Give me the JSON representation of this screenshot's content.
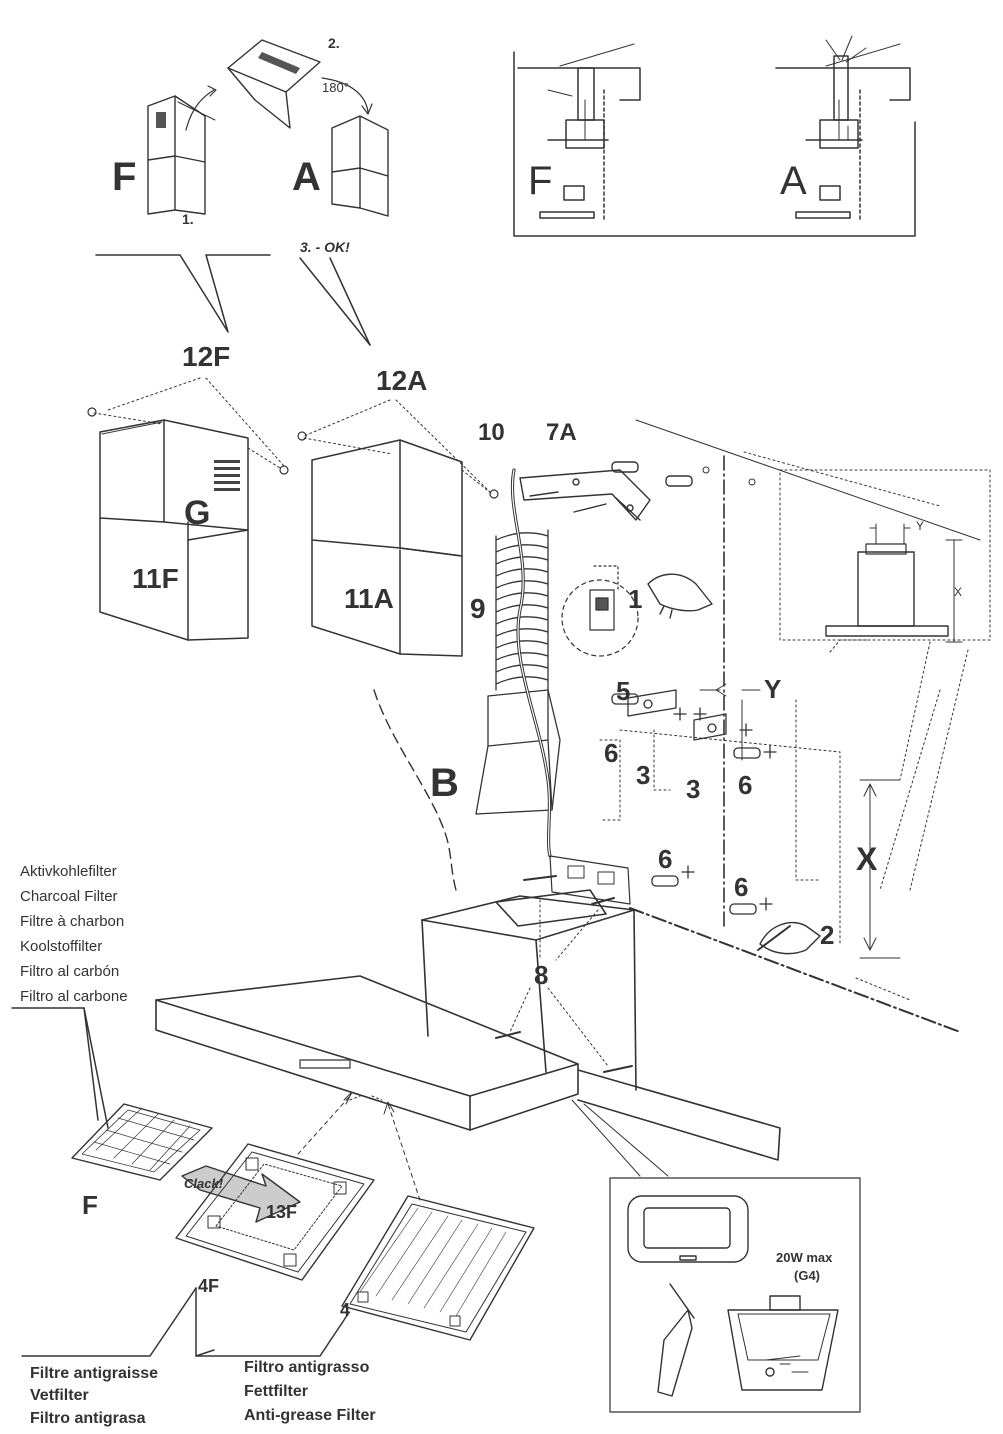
{
  "steps_inset": {
    "letter_f": "F",
    "letter_a": "A",
    "step1": "1.",
    "step2": "2.",
    "step3": "3. - OK!",
    "angle": "180°"
  },
  "modes_inset": {
    "letter_f": "F",
    "letter_a": "A"
  },
  "parts": {
    "p12F": "12F",
    "p12A": "12A",
    "p10": "10",
    "p7A": "7A",
    "G": "G",
    "p11F": "11F",
    "p11A": "11A",
    "p9": "9",
    "p1": "1",
    "p5": "5",
    "Y": "Y",
    "p6a": "6",
    "p3a": "3",
    "p3b": "3",
    "p6b": "6",
    "B": "B",
    "p6c": "6",
    "X": "X",
    "p6d": "6",
    "p2": "2",
    "p8": "8",
    "F": "F",
    "clack": "Clack!",
    "p13F": "13F",
    "p4F": "4F",
    "p4": "4"
  },
  "dim_inset": {
    "y": "Y",
    "x": "X"
  },
  "lamp": {
    "power": "20W max",
    "type": "(G4)"
  },
  "charcoal_labels": [
    "Aktivkohlefilter",
    "Charcoal Filter",
    "Filtre à charbon",
    "Koolstoffilter",
    "Filtro al carbón",
    "Filtro al carbone"
  ],
  "grease_labels_left": [
    "Filtre  antigraisse",
    "Vetfilter",
    "Filtro  antigrasa"
  ],
  "grease_labels_right": [
    "Filtro  antigrasso",
    "Fettfilter",
    "Anti-grease  Filter"
  ]
}
